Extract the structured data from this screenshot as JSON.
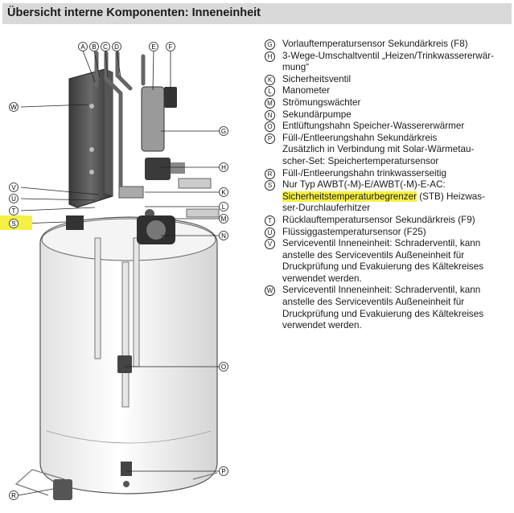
{
  "title": "Übersicht interne Komponenten: Inneneinheit",
  "colors": {
    "header_bg": "#d9d9d9",
    "highlight": "#f5f045",
    "text": "#1a1a1a"
  },
  "callouts": [
    "A",
    "B",
    "C",
    "D",
    "E",
    "F",
    "G",
    "H",
    "K",
    "L",
    "M",
    "N",
    "O",
    "P",
    "R",
    "S",
    "T",
    "U",
    "V",
    "W"
  ],
  "legend": [
    {
      "letter": "G",
      "lines": [
        "Vorlauftemperatursensor Sekundärkreis (F8)"
      ]
    },
    {
      "letter": "H",
      "lines": [
        "3-Wege-Umschaltventil „Heizen/Trinkwassererwär-",
        "mung“"
      ]
    },
    {
      "letter": "K",
      "lines": [
        "Sicherheitsventil"
      ]
    },
    {
      "letter": "L",
      "lines": [
        "Manometer"
      ]
    },
    {
      "letter": "M",
      "lines": [
        "Strömungswächter"
      ]
    },
    {
      "letter": "N",
      "lines": [
        "Sekundärpumpe"
      ]
    },
    {
      "letter": "O",
      "lines": [
        "Entlüftungshahn Speicher-Wassererwärmer"
      ]
    },
    {
      "letter": "P",
      "lines": [
        "Füll-/Entleerungshahn Sekundärkreis",
        "Zusätzlich in Verbindung mit Solar-Wärmetau-",
        "scher-Set: Speichertemperatursensor"
      ]
    },
    {
      "letter": "R",
      "lines": [
        "Füll-/Entleerungshahn trinkwasserseitig"
      ]
    },
    {
      "letter": "S",
      "lines": [
        "Nur Typ AWBT(-M)-E/AWBT(-M)-E-AC:"
      ],
      "highlighted": "Sicherheitstemperaturbegrenzer",
      "after_highlight": " (STB) Heizwas-",
      "tail": "ser-Durchlauferhitzer"
    },
    {
      "letter": "T",
      "lines": [
        "Rücklauftemperatursensor Sekundärkreis (F9)"
      ]
    },
    {
      "letter": "U",
      "lines": [
        "Flüssiggastemperatursensor (F25)"
      ]
    },
    {
      "letter": "V",
      "lines": [
        "Serviceventil Inneneinheit: Schraderventil, kann",
        "anstelle des Serviceventils Außeneinheit für",
        "Druckprüfung und Evakuierung des Kältekreises",
        "verwendet werden."
      ]
    },
    {
      "letter": "W",
      "lines": [
        "Serviceventil Inneneinheit: Schraderventil, kann",
        "anstelle des Serviceventils Außeneinheit für",
        "Druckprüfung und Evakuierung des Kältekreises",
        "verwendet werden."
      ]
    }
  ]
}
